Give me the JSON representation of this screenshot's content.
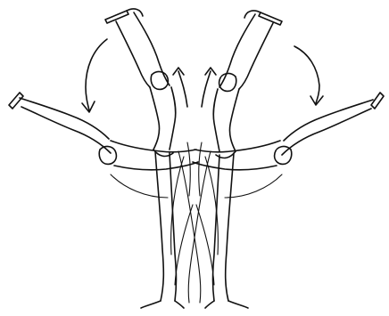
{
  "scene": {
    "background": "#ffffff",
    "ink_color": "#111111",
    "style": "line-drawing",
    "figures": [
      {
        "pose": "arms-raised-overhead",
        "side": "left",
        "holding": "rope-handle"
      },
      {
        "pose": "arms-raised-overhead",
        "side": "right",
        "holding": "rope-handle"
      },
      {
        "pose": "bent-forward-arms-extended",
        "side": "left",
        "holding": "rope-handle"
      },
      {
        "pose": "bent-forward-arms-extended",
        "side": "right",
        "holding": "rope-handle"
      }
    ],
    "motion_arrows": [
      {
        "direction": "downward-curve",
        "side": "left"
      },
      {
        "direction": "downward-curve",
        "side": "right"
      },
      {
        "direction": "upward",
        "side": "center"
      }
    ]
  }
}
